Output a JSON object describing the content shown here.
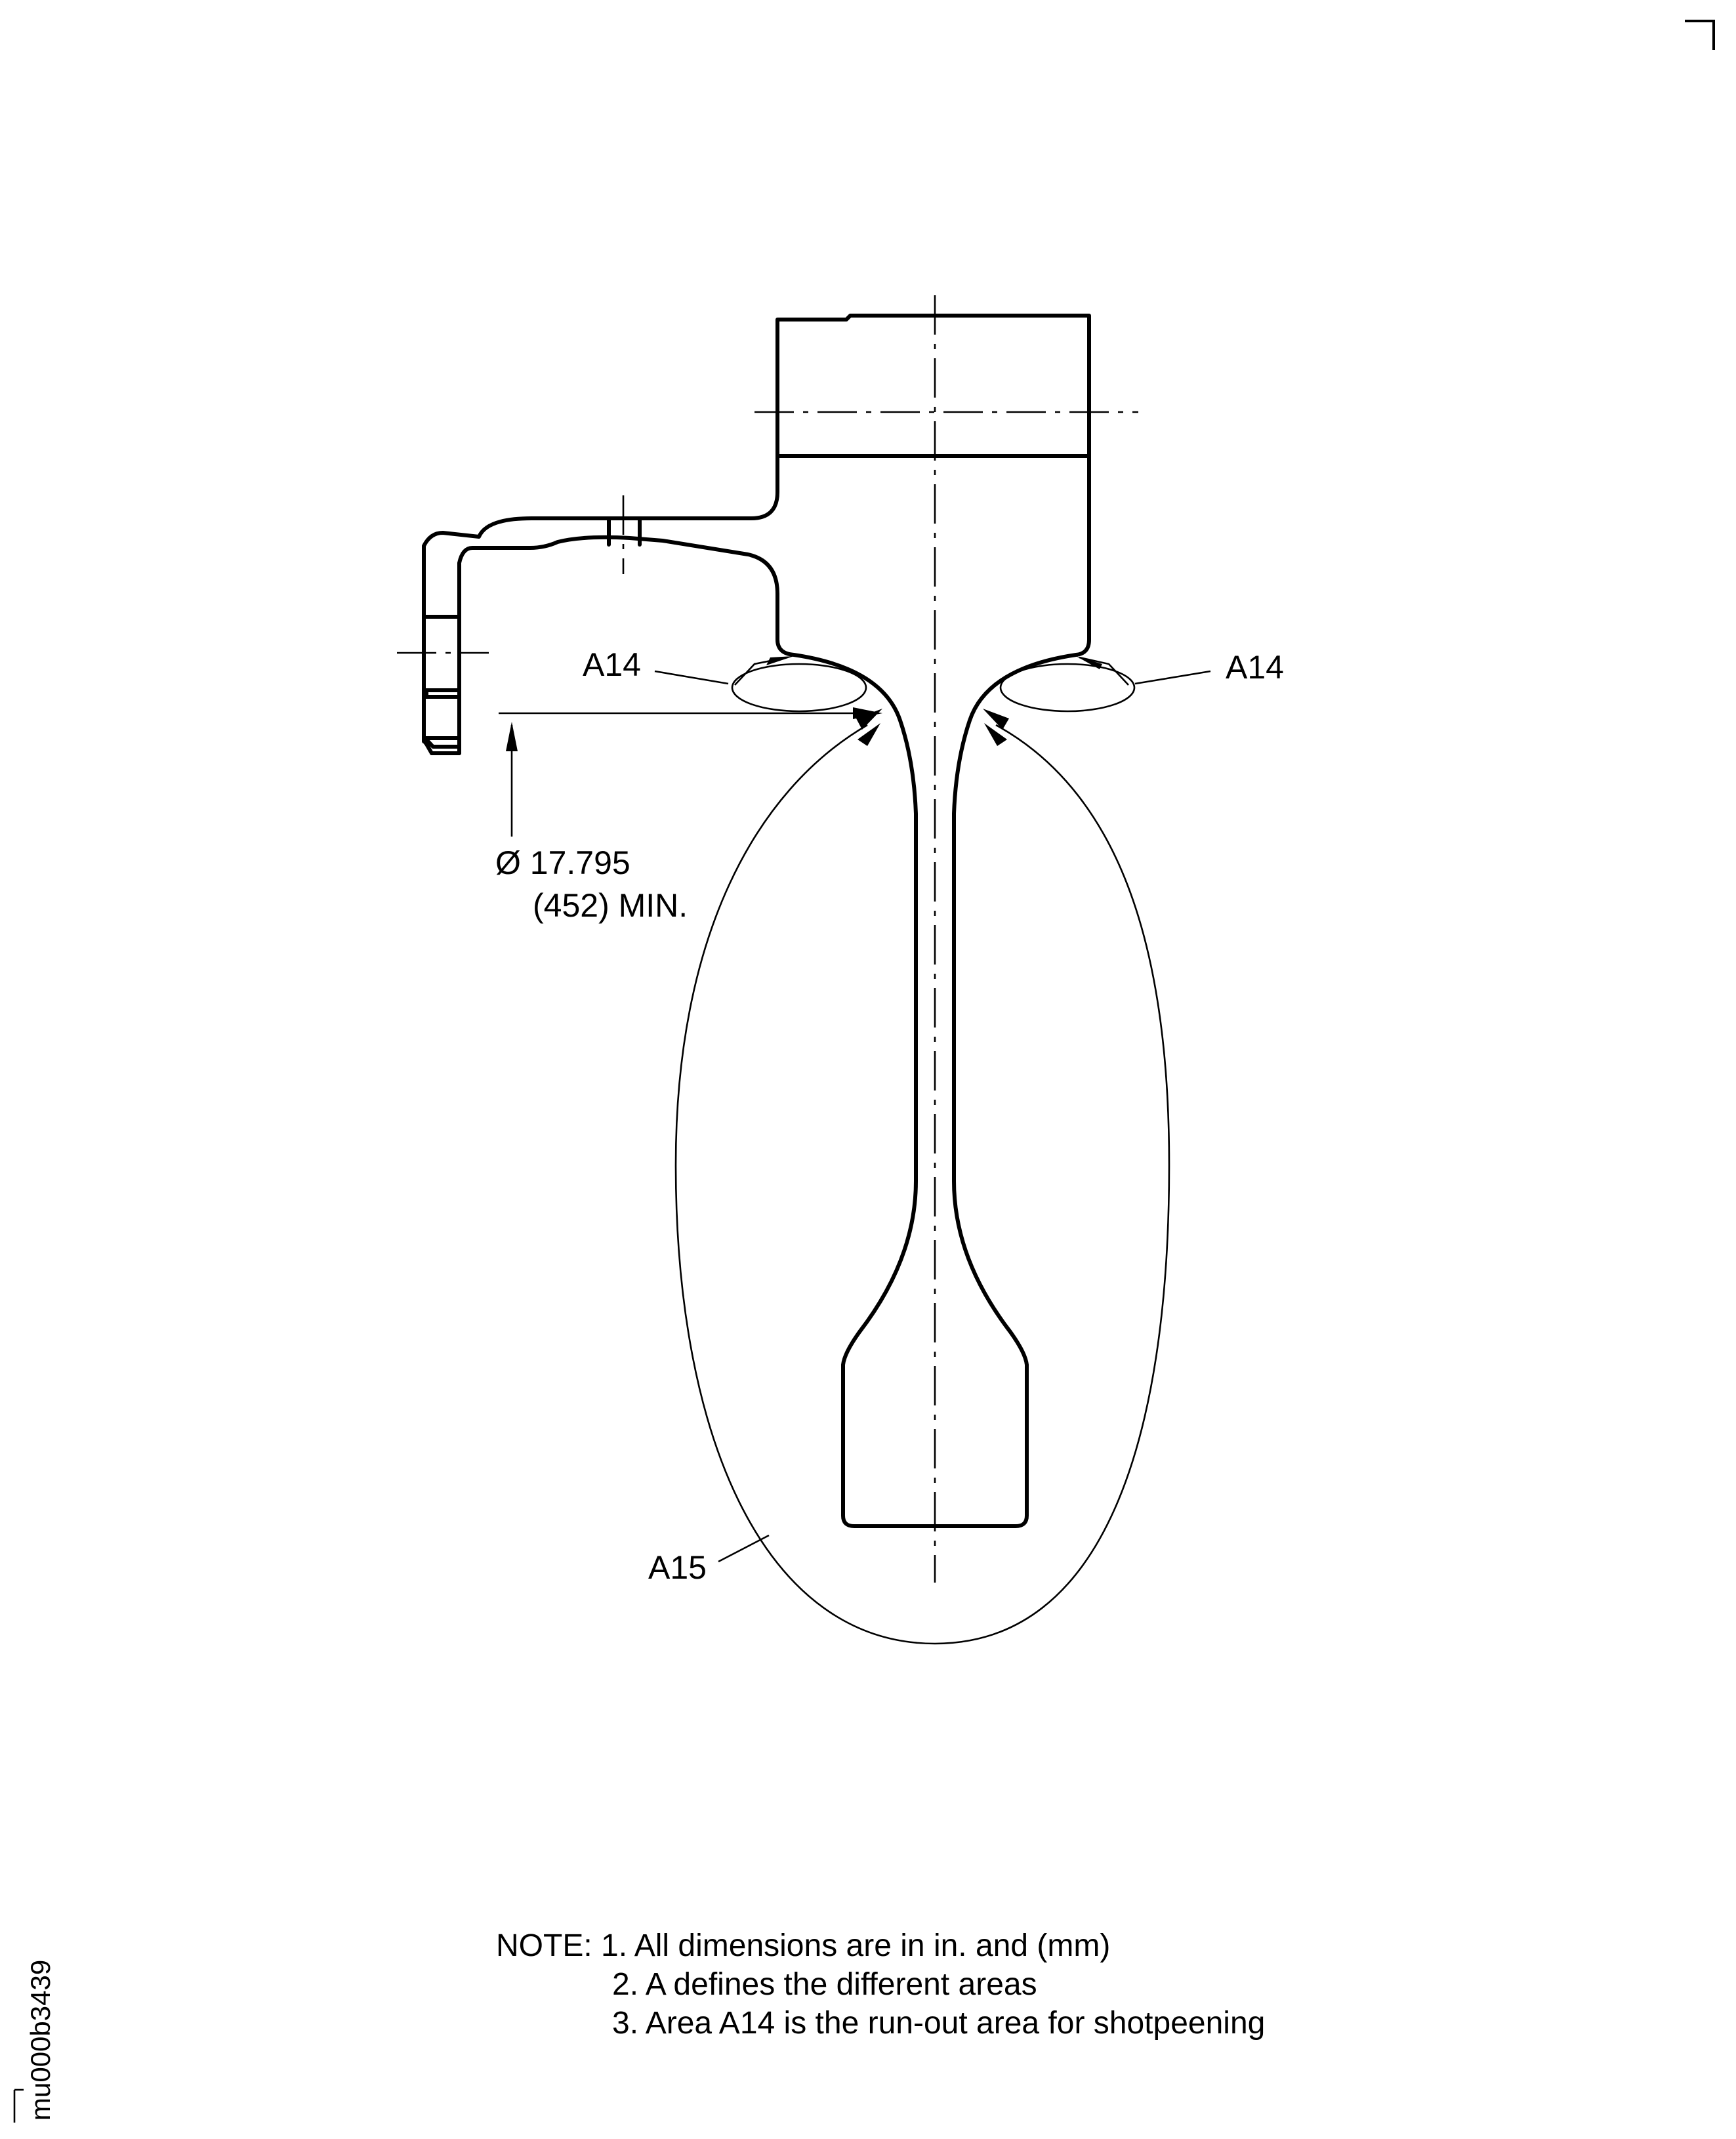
{
  "drawing": {
    "areas": {
      "a14_left": "A14",
      "a14_right": "A14",
      "a15": "A15"
    },
    "dimension": {
      "diameter": "Ø 17.795",
      "metric": "(452) MIN."
    },
    "notes": [
      "NOTE: 1. All dimensions are in in. and (mm)",
      "2. A defines the different areas",
      "3. Area A14 is the run-out area for shotpeening"
    ],
    "figure_code": "mu000b3439"
  }
}
